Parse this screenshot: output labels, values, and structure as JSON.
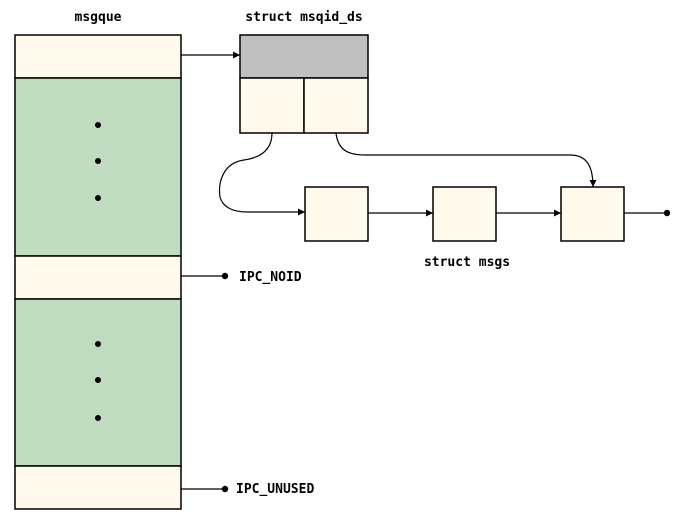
{
  "labels": {
    "msgque": "msgque",
    "msqid_ds": "struct msqid_ds",
    "msgs": "struct msgs",
    "ipc_noid": "IPC_NOID",
    "ipc_unused": "IPC_UNUSED"
  },
  "colors": {
    "cell_fill": "#fffaeb",
    "ellipsis_fill": "#c0dcc0",
    "header_fill": "#c0c0c0",
    "stroke": "#000000"
  }
}
